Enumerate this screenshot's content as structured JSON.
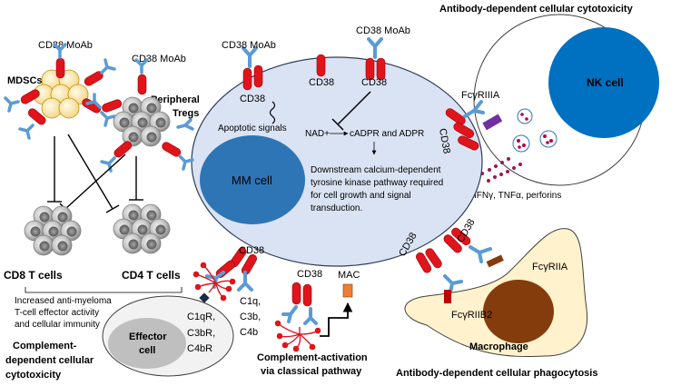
{
  "labels": {
    "adcc_title": "Antibody-dependent cellular cytotoxicity",
    "nk_cell": "NK cell",
    "fcgr_iiia_nk": "FcγRIIIA",
    "cytokines": "IFNγ, TNFα, perforins",
    "cd38_moab_1": "CD38 MoAb",
    "cd38_moab_2": "CD38 MoAb",
    "cd38_moab_3": "CD38 MoAb",
    "cd38_moab_4": "CD38 MoAb",
    "mdscs": "MDSCs",
    "peripheral": "Peripheral",
    "tregs": "Tregs",
    "cd38": "CD38",
    "apoptotic_signals": "Apoptotic signals",
    "nad": "NAD+",
    "cadpr": "cADPR and ADPR",
    "downstream_1": "Downstream calcium-dependent",
    "downstream_2": "tyrosine kinase pathway required",
    "downstream_3": "for cell growth and signal",
    "downstream_4": "transduction.",
    "mm_cell": "MM cell",
    "cd8": "CD8 T cells",
    "cd4": "CD4 T cells",
    "immunity_1": "Increased  anti-myeloma",
    "immunity_2": "T-cell effector activity",
    "immunity_3": "and cellular immunity",
    "cdcc_1": "Complement-",
    "cdcc_2": "dependent cellular",
    "cdcc_3": "cytotoxicity",
    "effector_1": "Effector",
    "effector_2": "cell",
    "c1qr": "C1qR,",
    "c3br": "C3bR,",
    "c4br": "C4bR",
    "c1q": "C1q,",
    "c3b": "C3b,",
    "c4b": "C4b",
    "mac": "MAC",
    "ca_1": "Complement-activation",
    "ca_2": "via classical pathway",
    "fcgr_iia": "FcγRIIA",
    "fcgr_iib2": "FcγRIIB2",
    "macrophage": "Macrophage",
    "adcp_title": "Antibody-dependent cellular phagocytosis"
  },
  "colors": {
    "cd38": "#e0141b",
    "antibody": "#5b9bd5",
    "mm_cell_body": "#dae3f3",
    "mm_nucleus": "#2e75b6",
    "nk_nucleus": "#0070c0",
    "mdsc": "#ffe699",
    "tcell": "#bfbfbf",
    "macrophage": "#fff2cc",
    "macrophage_nucleus": "#843c0c",
    "fc_receptor_nk": "#7030a0",
    "mac": "#ed7d31"
  }
}
